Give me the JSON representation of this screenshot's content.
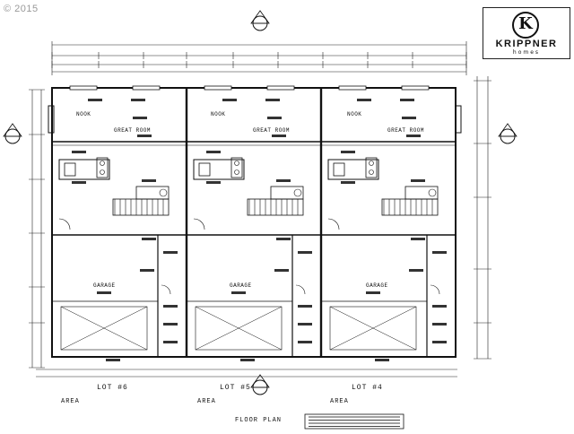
{
  "watermark": "© 2015",
  "brand": {
    "monogram": "K",
    "name": "KRIPPNER",
    "tagline": "homes"
  },
  "units": [
    {
      "lot_label": "LOT #6",
      "area_label": "AREA",
      "nook_label": "NOOK",
      "great_room_label": "GREAT ROOM",
      "garage_label": "GARAGE"
    },
    {
      "lot_label": "LOT #5",
      "area_label": "AREA",
      "nook_label": "NOOK",
      "great_room_label": "GREAT ROOM",
      "garage_label": "GARAGE"
    },
    {
      "lot_label": "LOT #4",
      "area_label": "AREA",
      "nook_label": "NOOK",
      "great_room_label": "GREAT ROOM",
      "garage_label": "GARAGE"
    }
  ],
  "plan_title": "FLOOR PLAN"
}
